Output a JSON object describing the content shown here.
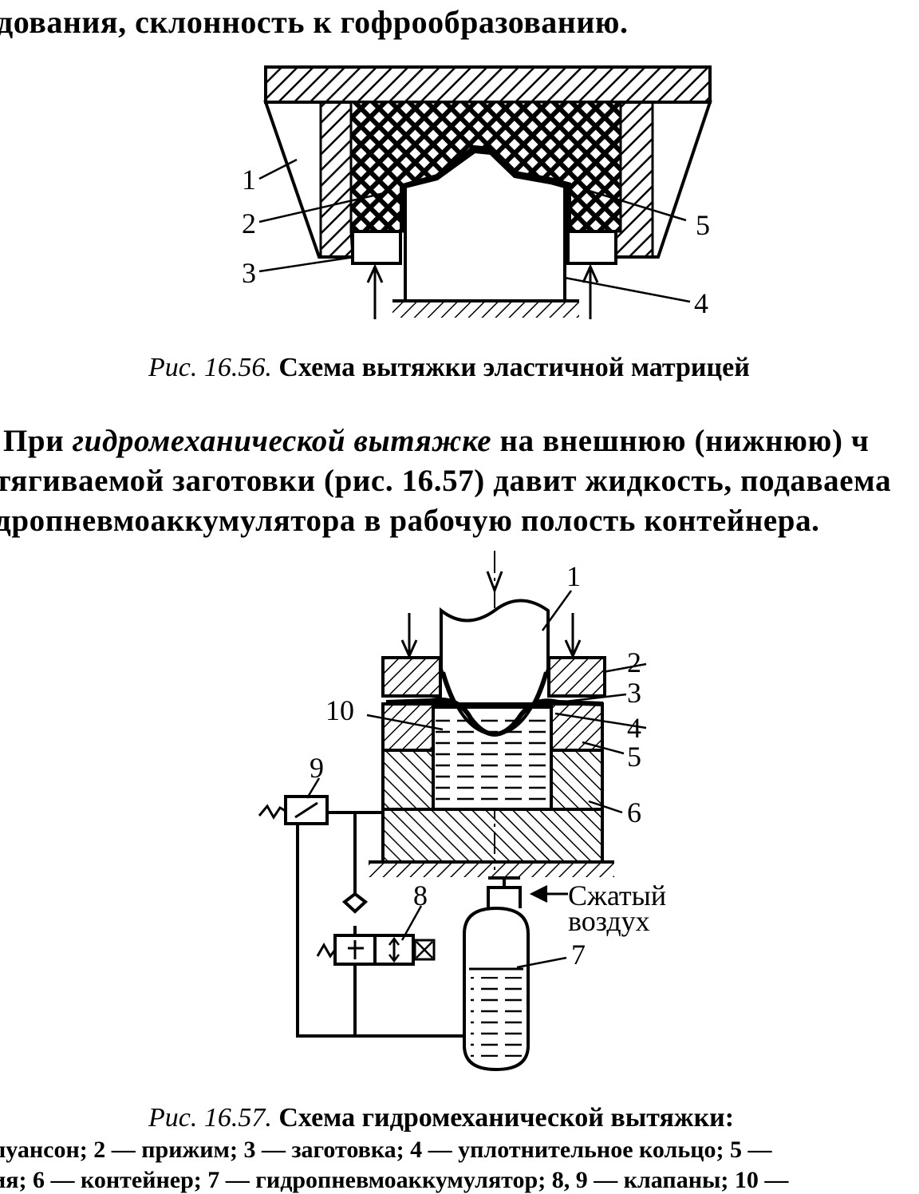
{
  "top_line": "дования, склонность к гофрообразованию.",
  "fig1": {
    "caption_num": "Рис. 16.56.",
    "caption_text": "Схема вытяжки эластичной матрицей",
    "labels": [
      "1",
      "2",
      "3",
      "4",
      "5"
    ]
  },
  "paragraph": {
    "line1_start": "При",
    "line1_italic": "гидромеханической вытяжке",
    "line1_end": "на внешнюю (нижнюю) ч",
    "line2": "тягиваемой заготовки (рис. 16.57) давит жидкость, подаваема",
    "line3": "дропневмоаккумулятора в рабочую полость контейнера."
  },
  "fig2": {
    "labels": [
      "1",
      "2",
      "3",
      "4",
      "5",
      "6",
      "7",
      "8",
      "9",
      "10"
    ],
    "air_label_1": "Сжатый",
    "air_label_2": "воздух",
    "caption_num": "Рис. 16.57.",
    "caption_text": "Схема гидромеханической вытяжки:",
    "legend_line1": "пуансон; 2 — прижим; 3 — заготовка; 4 — уплотнительное кольцо; 5 —",
    "legend_line2": "ия; 6 — контейнер; 7 — гидропневмоаккумулятор; 8, 9 — клапаны; 10 —"
  }
}
